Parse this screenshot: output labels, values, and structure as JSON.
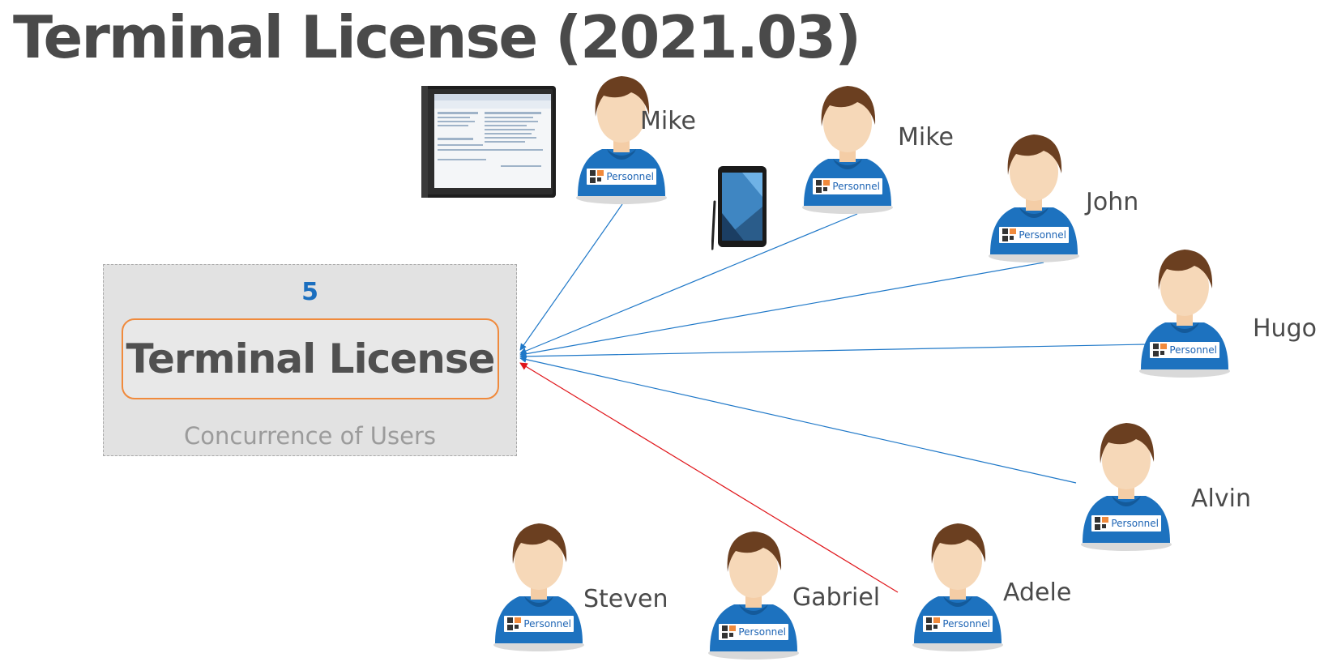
{
  "title": "Terminal License (2021.03)",
  "license": {
    "count": "5",
    "name": "Terminal License",
    "caption": "Concurrence of Users"
  },
  "badge_text": "Personnel",
  "users": [
    {
      "name": "Mike",
      "connected": true
    },
    {
      "name": "Mike",
      "connected": true
    },
    {
      "name": "John",
      "connected": true
    },
    {
      "name": "Hugo",
      "connected": true
    },
    {
      "name": "Alvin",
      "connected": true
    },
    {
      "name": "Steven",
      "connected": false
    },
    {
      "name": "Gabriel",
      "connected": false
    },
    {
      "name": "Adele",
      "connected": false,
      "rejected": true
    }
  ],
  "devices": [
    "monitor-icon",
    "tablet-icon"
  ],
  "colors": {
    "connection": "#1f78c8",
    "rejected": "#e0161b",
    "license_border": "#f08a3c",
    "count": "#1b6fbf",
    "shirt": "#1d72bf"
  }
}
